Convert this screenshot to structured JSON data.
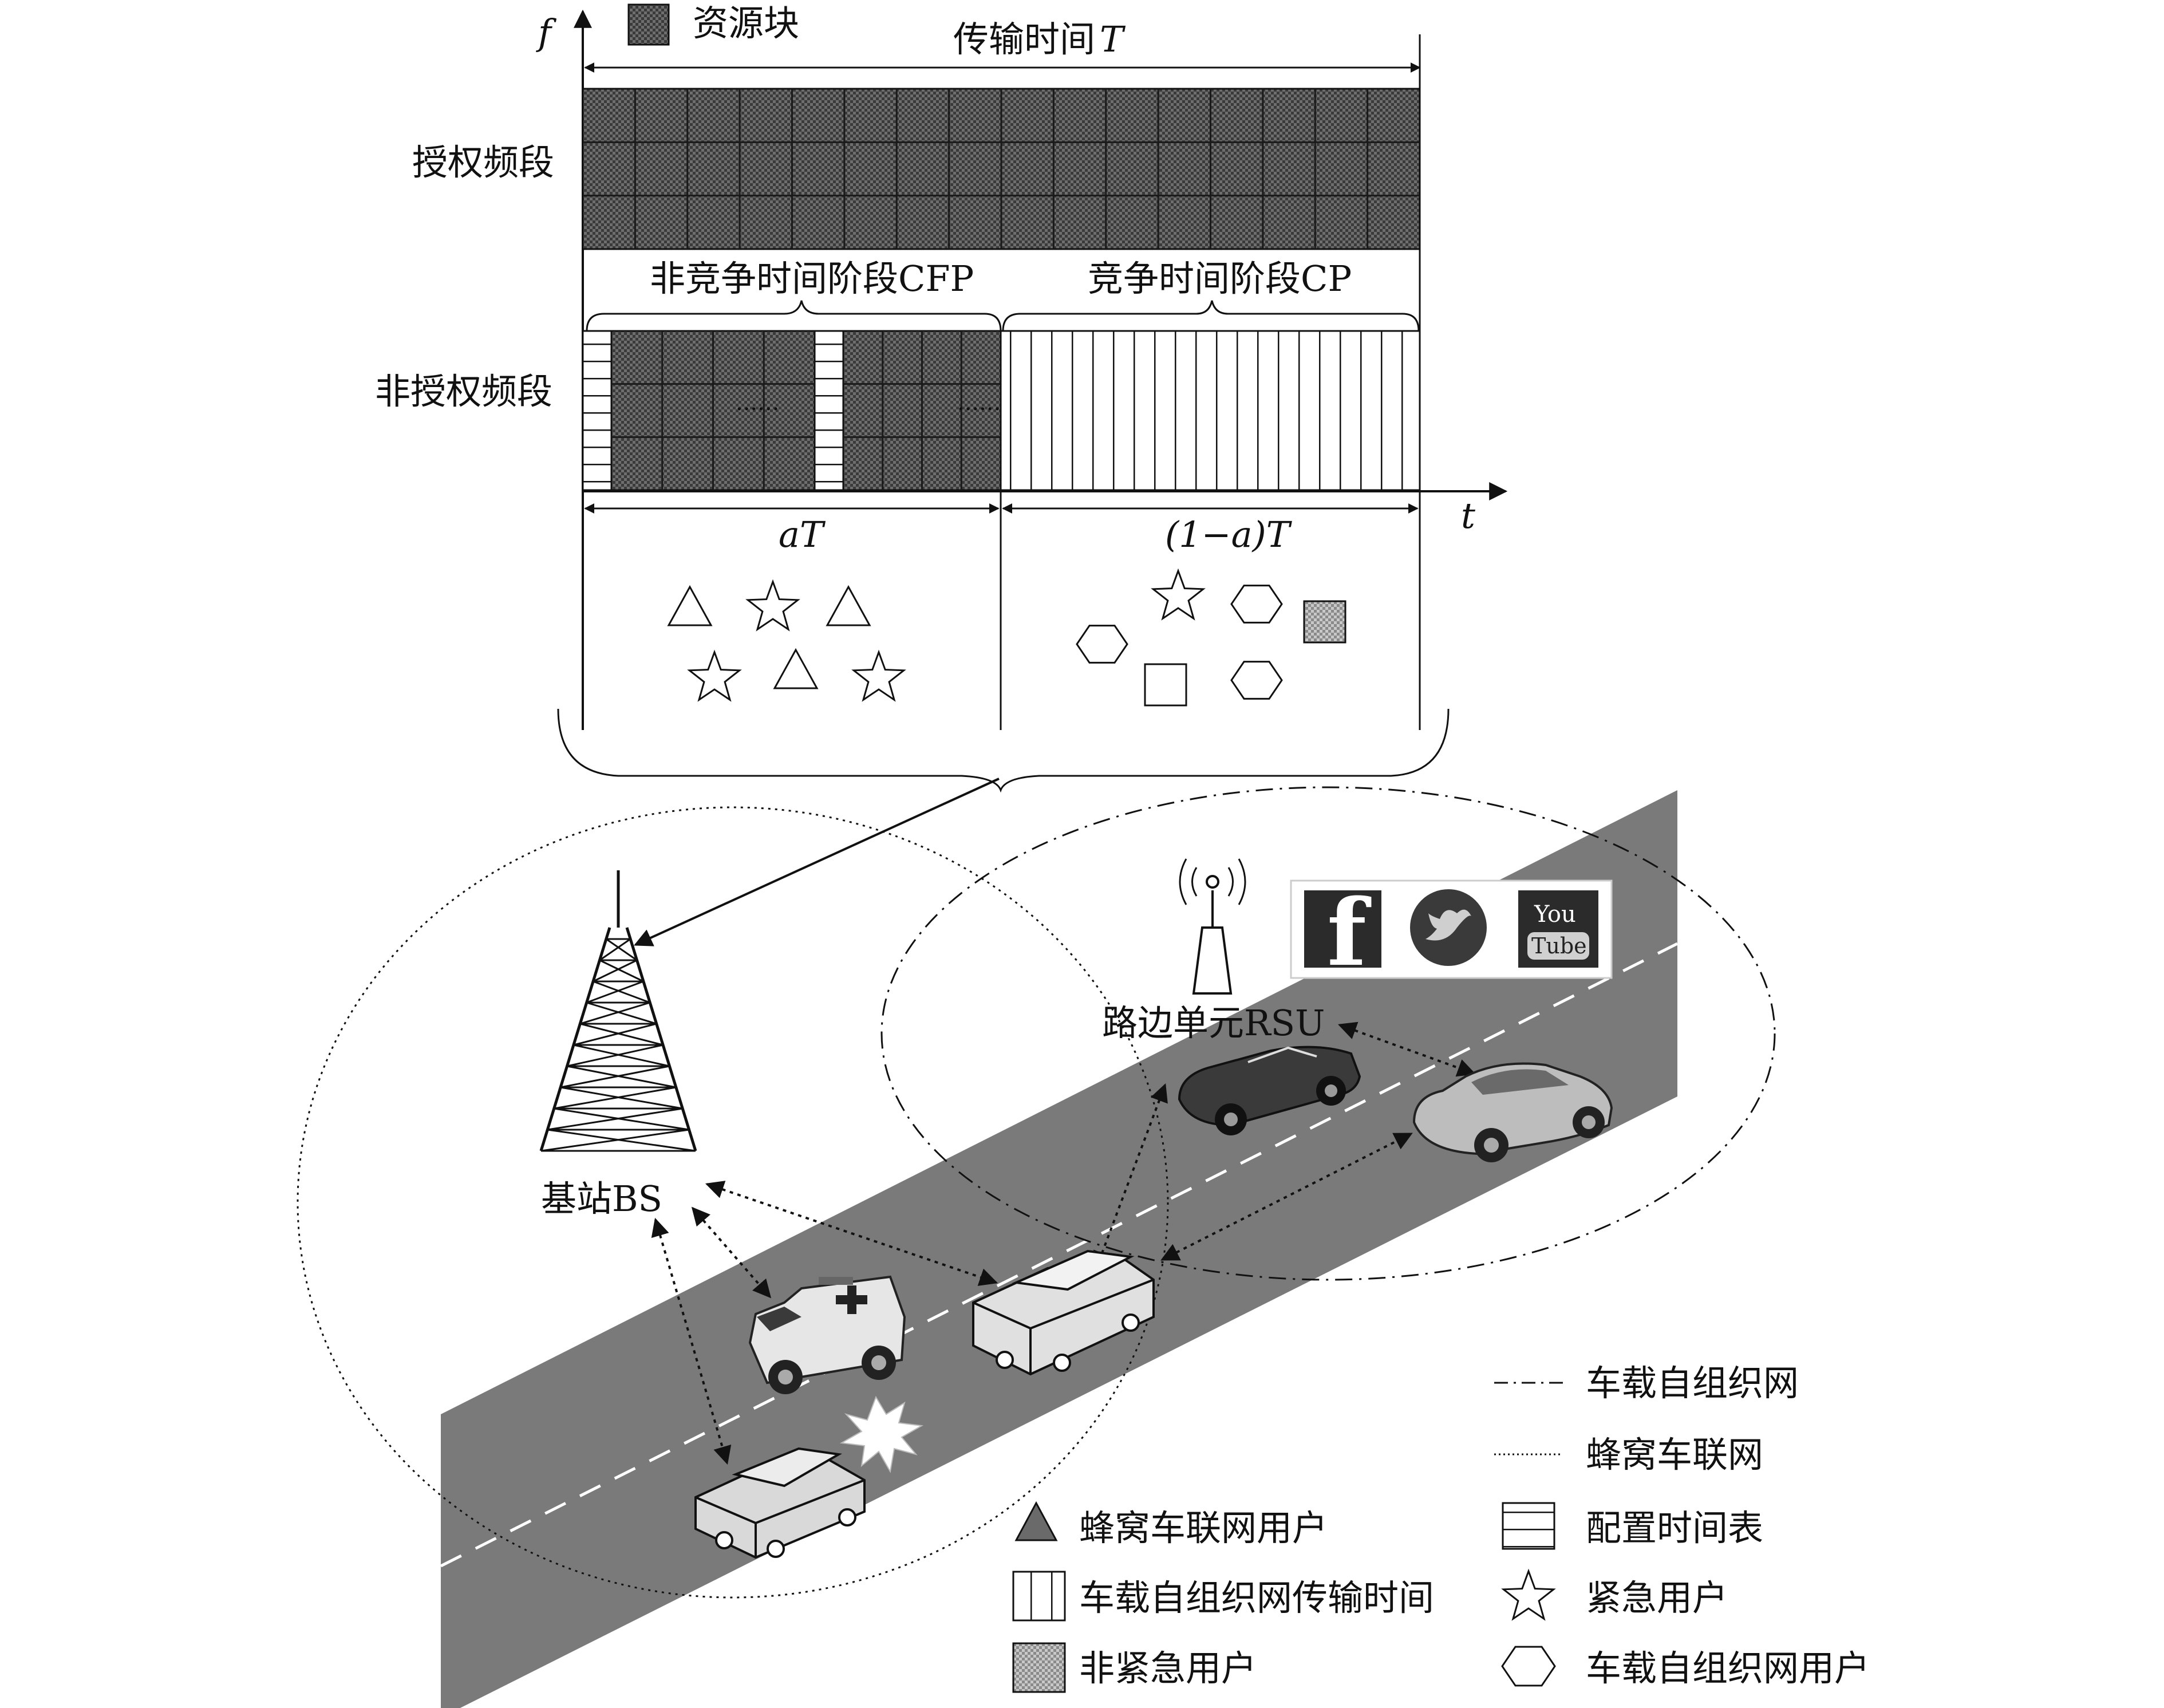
{
  "axes": {
    "f": "f",
    "t": "t"
  },
  "legend_top": {
    "resource_block": "资源块"
  },
  "time_span": {
    "label": "传输时间",
    "symbol": "T"
  },
  "bands": {
    "licensed": "授权频段",
    "unlicensed": "非授权频段"
  },
  "phases": {
    "cfp": "非竞争时间阶段CFP",
    "cp": "竞争时间阶段CP"
  },
  "durations": {
    "left": "aT",
    "right": "(1−a)T"
  },
  "dots": "······",
  "network": {
    "bs_label": "基站BS",
    "rsu_label": "路边单元RSU"
  },
  "apps": [
    {
      "name": "facebook-icon",
      "text": "f"
    },
    {
      "name": "twitter-icon",
      "text": ""
    },
    {
      "name": "youtube-icon",
      "text1": "You",
      "text2": "Tube"
    }
  ],
  "legend": {
    "vanet_line": "车载自组织网",
    "cellular_line": "蜂窝车联网",
    "cellular_user": "蜂窝车联网用户",
    "schedule": "配置时间表",
    "vanet_tx_time": "车载自组织网传输时间",
    "urgent_user": "紧急用户",
    "non_urgent_user": "非紧急用户",
    "vanet_user": "车载自组织网用户"
  },
  "colors": {
    "road": "#7a7a7a",
    "block": "#4a4a4a",
    "accent": "#222222"
  }
}
